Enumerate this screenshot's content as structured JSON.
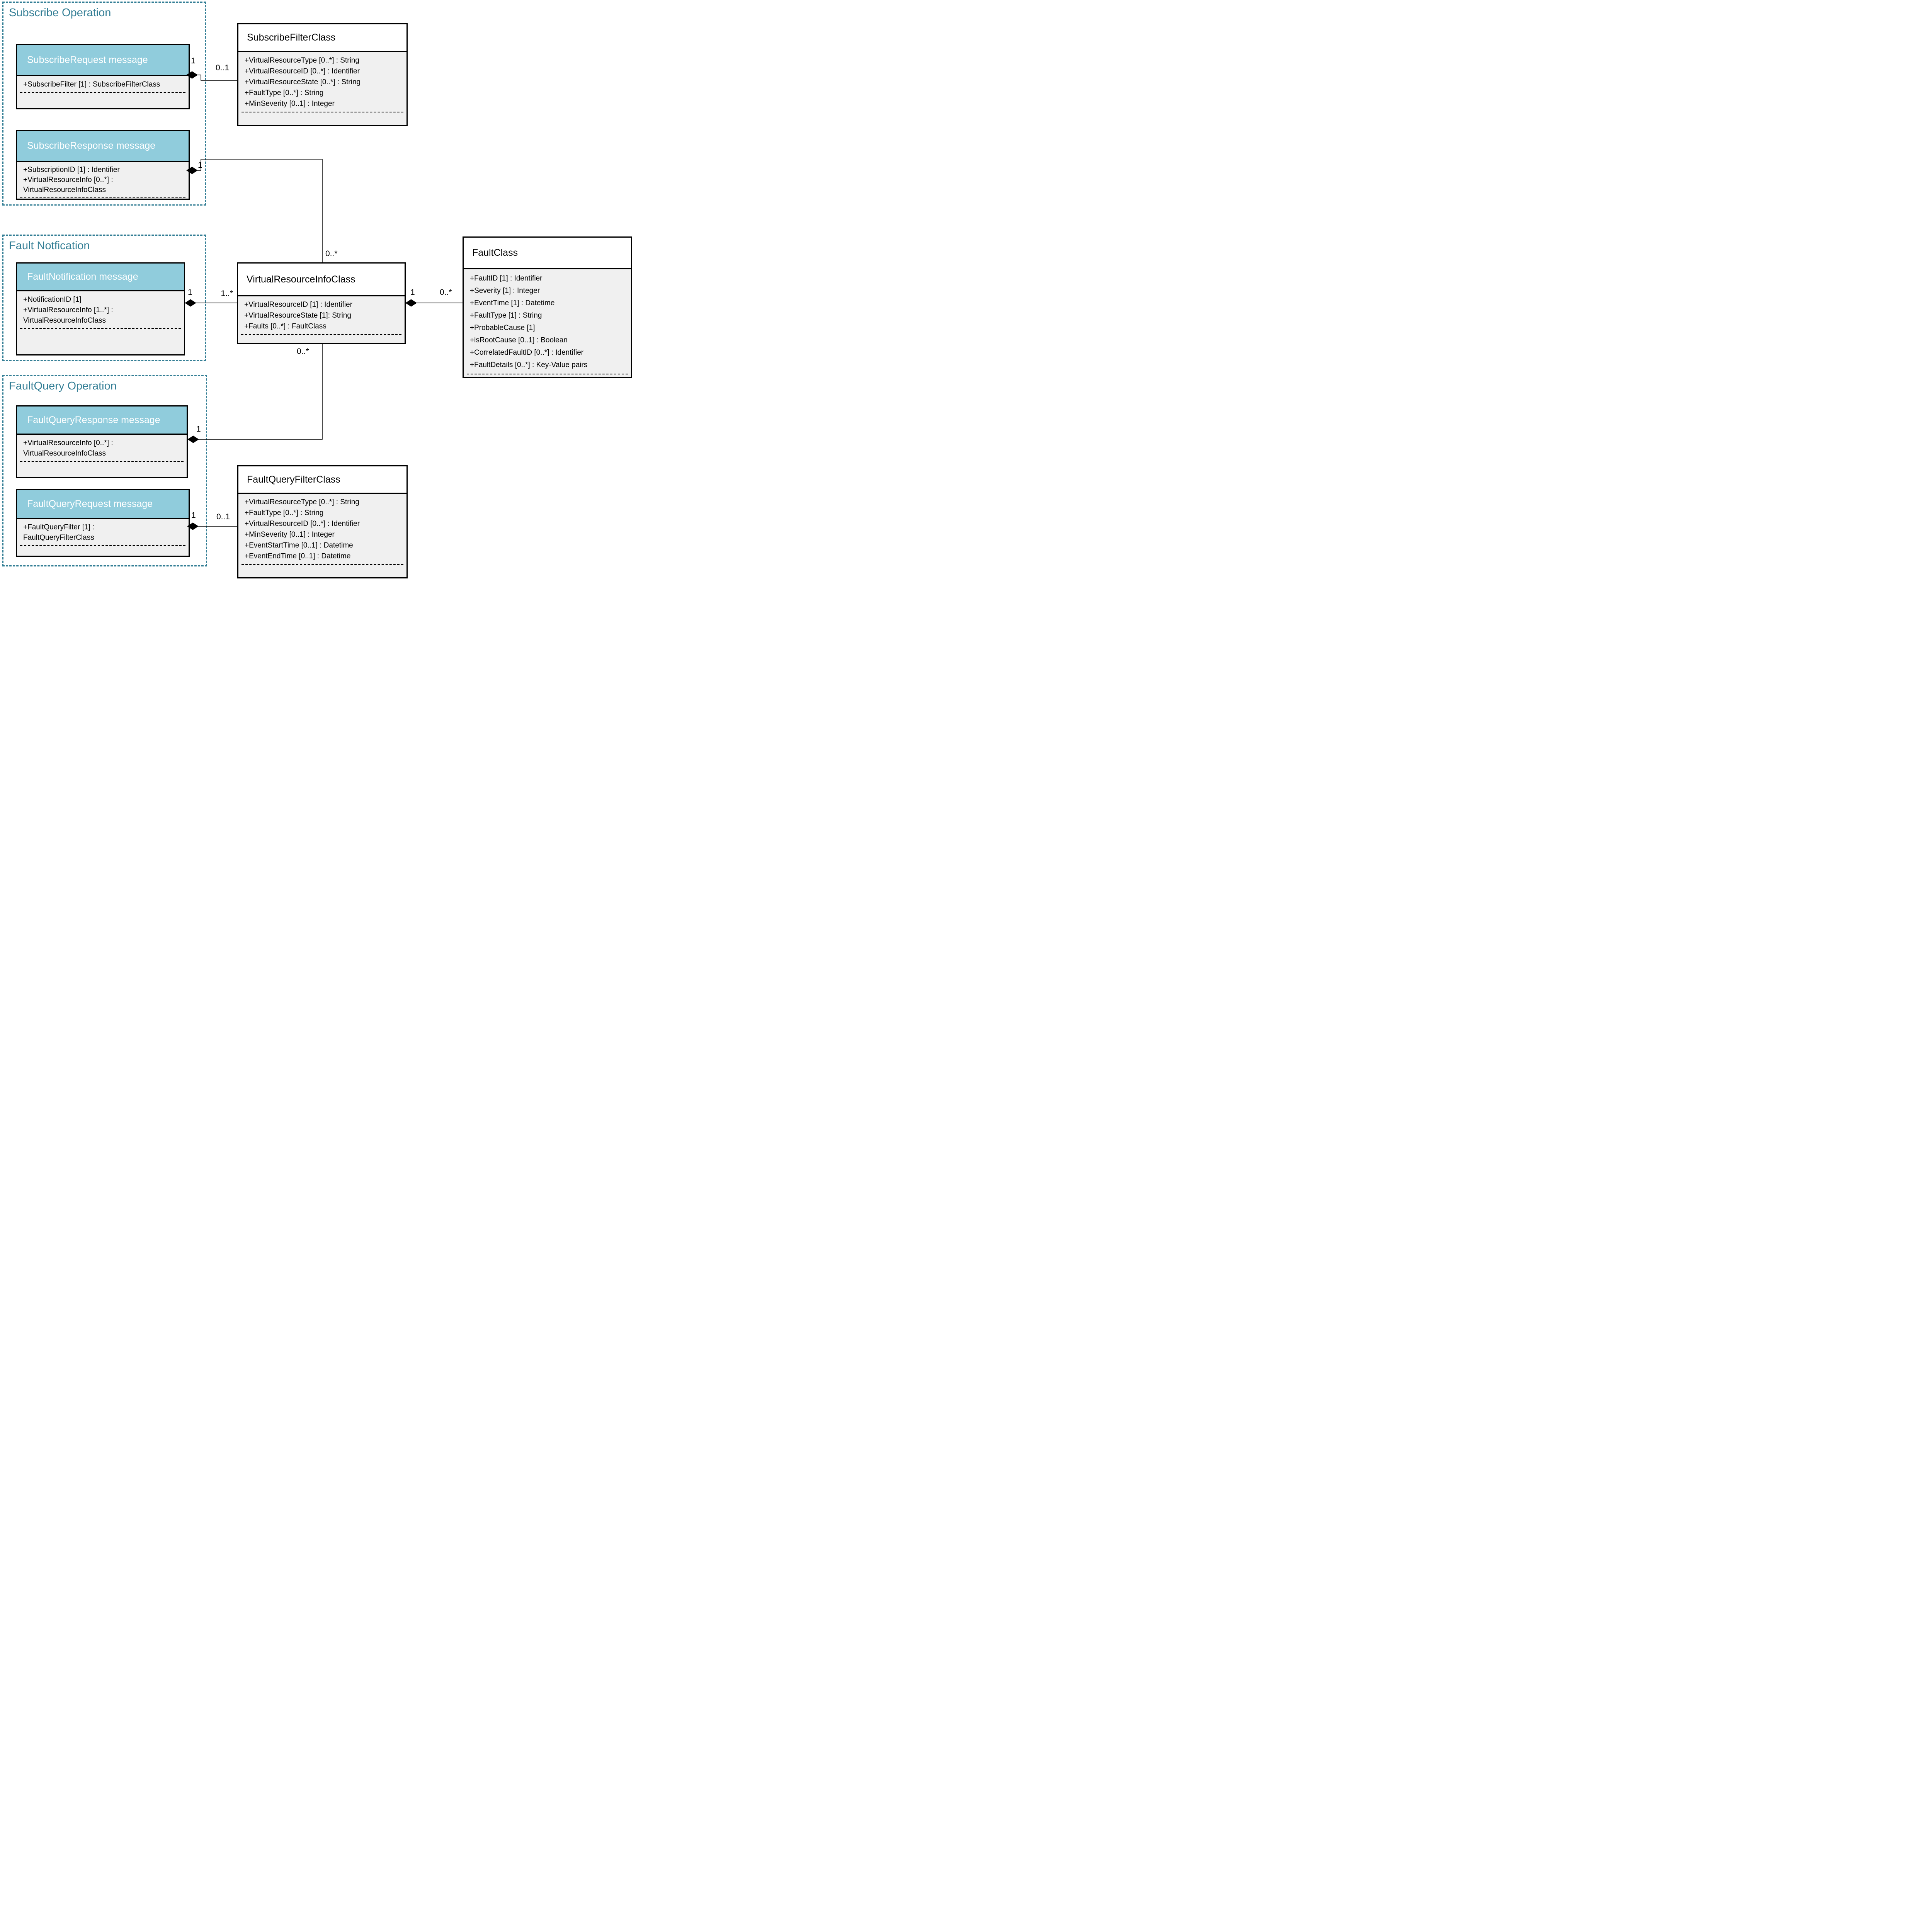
{
  "groups": [
    {
      "title": "Subscribe Operation"
    },
    {
      "title": "Fault Notfication"
    },
    {
      "title": "FaultQuery Operation"
    }
  ],
  "classes": {
    "subscribeRequest": {
      "title": "SubscribeRequest message",
      "attributes": [
        "+SubscribeFilter [1] : SubscribeFilterClass"
      ]
    },
    "subscribeFilterClass": {
      "title": "SubscribeFilterClass",
      "attributes": [
        "+VirtualResourceType [0..*] : String",
        "+VirtualResourceID [0..*] : Identifier",
        "+VirtualResourceState [0..*] : String",
        "+FaultType [0..*] : String",
        "+MinSeverity [0..1] : Integer"
      ]
    },
    "subscribeResponse": {
      "title": "SubscribeResponse message",
      "attributes": [
        "+SubscriptionID [1] : Identifier",
        "+VirtualResourceInfo [0..*] :",
        "VirtualResourceInfoClass"
      ]
    },
    "faultNotification": {
      "title": "FaultNotification message",
      "attributes": [
        "+NotificationID [1]",
        "+VirtualResourceInfo [1..*] :",
        "VirtualResourceInfoClass"
      ]
    },
    "virtualResourceInfoClass": {
      "title": "VirtualResourceInfoClass",
      "attributes": [
        "+VirtualResourceID [1] : Identifier",
        "+VirtualResourceState [1]: String",
        "+Faults [0..*] : FaultClass"
      ]
    },
    "faultClass": {
      "title": "FaultClass",
      "attributes": [
        "+FaultID [1] : Identifier",
        "+Severity [1] : Integer",
        "+EventTime [1] : Datetime",
        "+FaultType [1] : String",
        "+ProbableCause [1]",
        "+isRootCause [0..1] : Boolean",
        "+CorrelatedFaultID [0..*] : Identifier",
        "+FaultDetails [0..*] : Key-Value pairs"
      ]
    },
    "faultQueryResponse": {
      "title": "FaultQueryResponse message",
      "attributes": [
        "+VirtualResourceInfo [0..*] :",
        "VirtualResourceInfoClass"
      ]
    },
    "faultQueryRequest": {
      "title": "FaultQueryRequest message",
      "attributes": [
        "+FaultQueryFilter [1] :",
        "FaultQueryFilterClass"
      ]
    },
    "faultQueryFilterClass": {
      "title": "FaultQueryFilterClass",
      "attributes": [
        "+VirtualResourceType [0..*] : String",
        "+FaultType [0..*] : String",
        "+VirtualResourceID [0..*] : Identifier",
        "+MinSeverity [0..1] : Integer",
        "+EventStartTime [0..1] : Datetime",
        "+EventEndTime [0..1] : Datetime"
      ]
    }
  },
  "connectors": [
    {
      "from": "SubscribeRequest message",
      "to": "SubscribeFilterClass",
      "source_label": "1",
      "target_label": "0..1"
    },
    {
      "from": "SubscribeResponse message",
      "to": "VirtualResourceInfoClass",
      "source_label": "1",
      "target_label": "0..*"
    },
    {
      "from": "FaultNotification message",
      "to": "VirtualResourceInfoClass",
      "source_label": "1",
      "target_label": "1..*"
    },
    {
      "from": "VirtualResourceInfoClass",
      "to": "FaultClass",
      "source_label": "1",
      "target_label": "0..*"
    },
    {
      "from": "FaultQueryResponse message",
      "to": "VirtualResourceInfoClass",
      "source_label": "1",
      "target_label": "0..*"
    },
    {
      "from": "FaultQueryRequest message",
      "to": "FaultQueryFilterClass",
      "source_label": "1",
      "target_label": "0..1"
    }
  ],
  "colors": {
    "teal_accent": "#337e95",
    "header_fill": "#90ccdc",
    "attribute_fill": "#f0f0f0",
    "line": "#000000"
  }
}
